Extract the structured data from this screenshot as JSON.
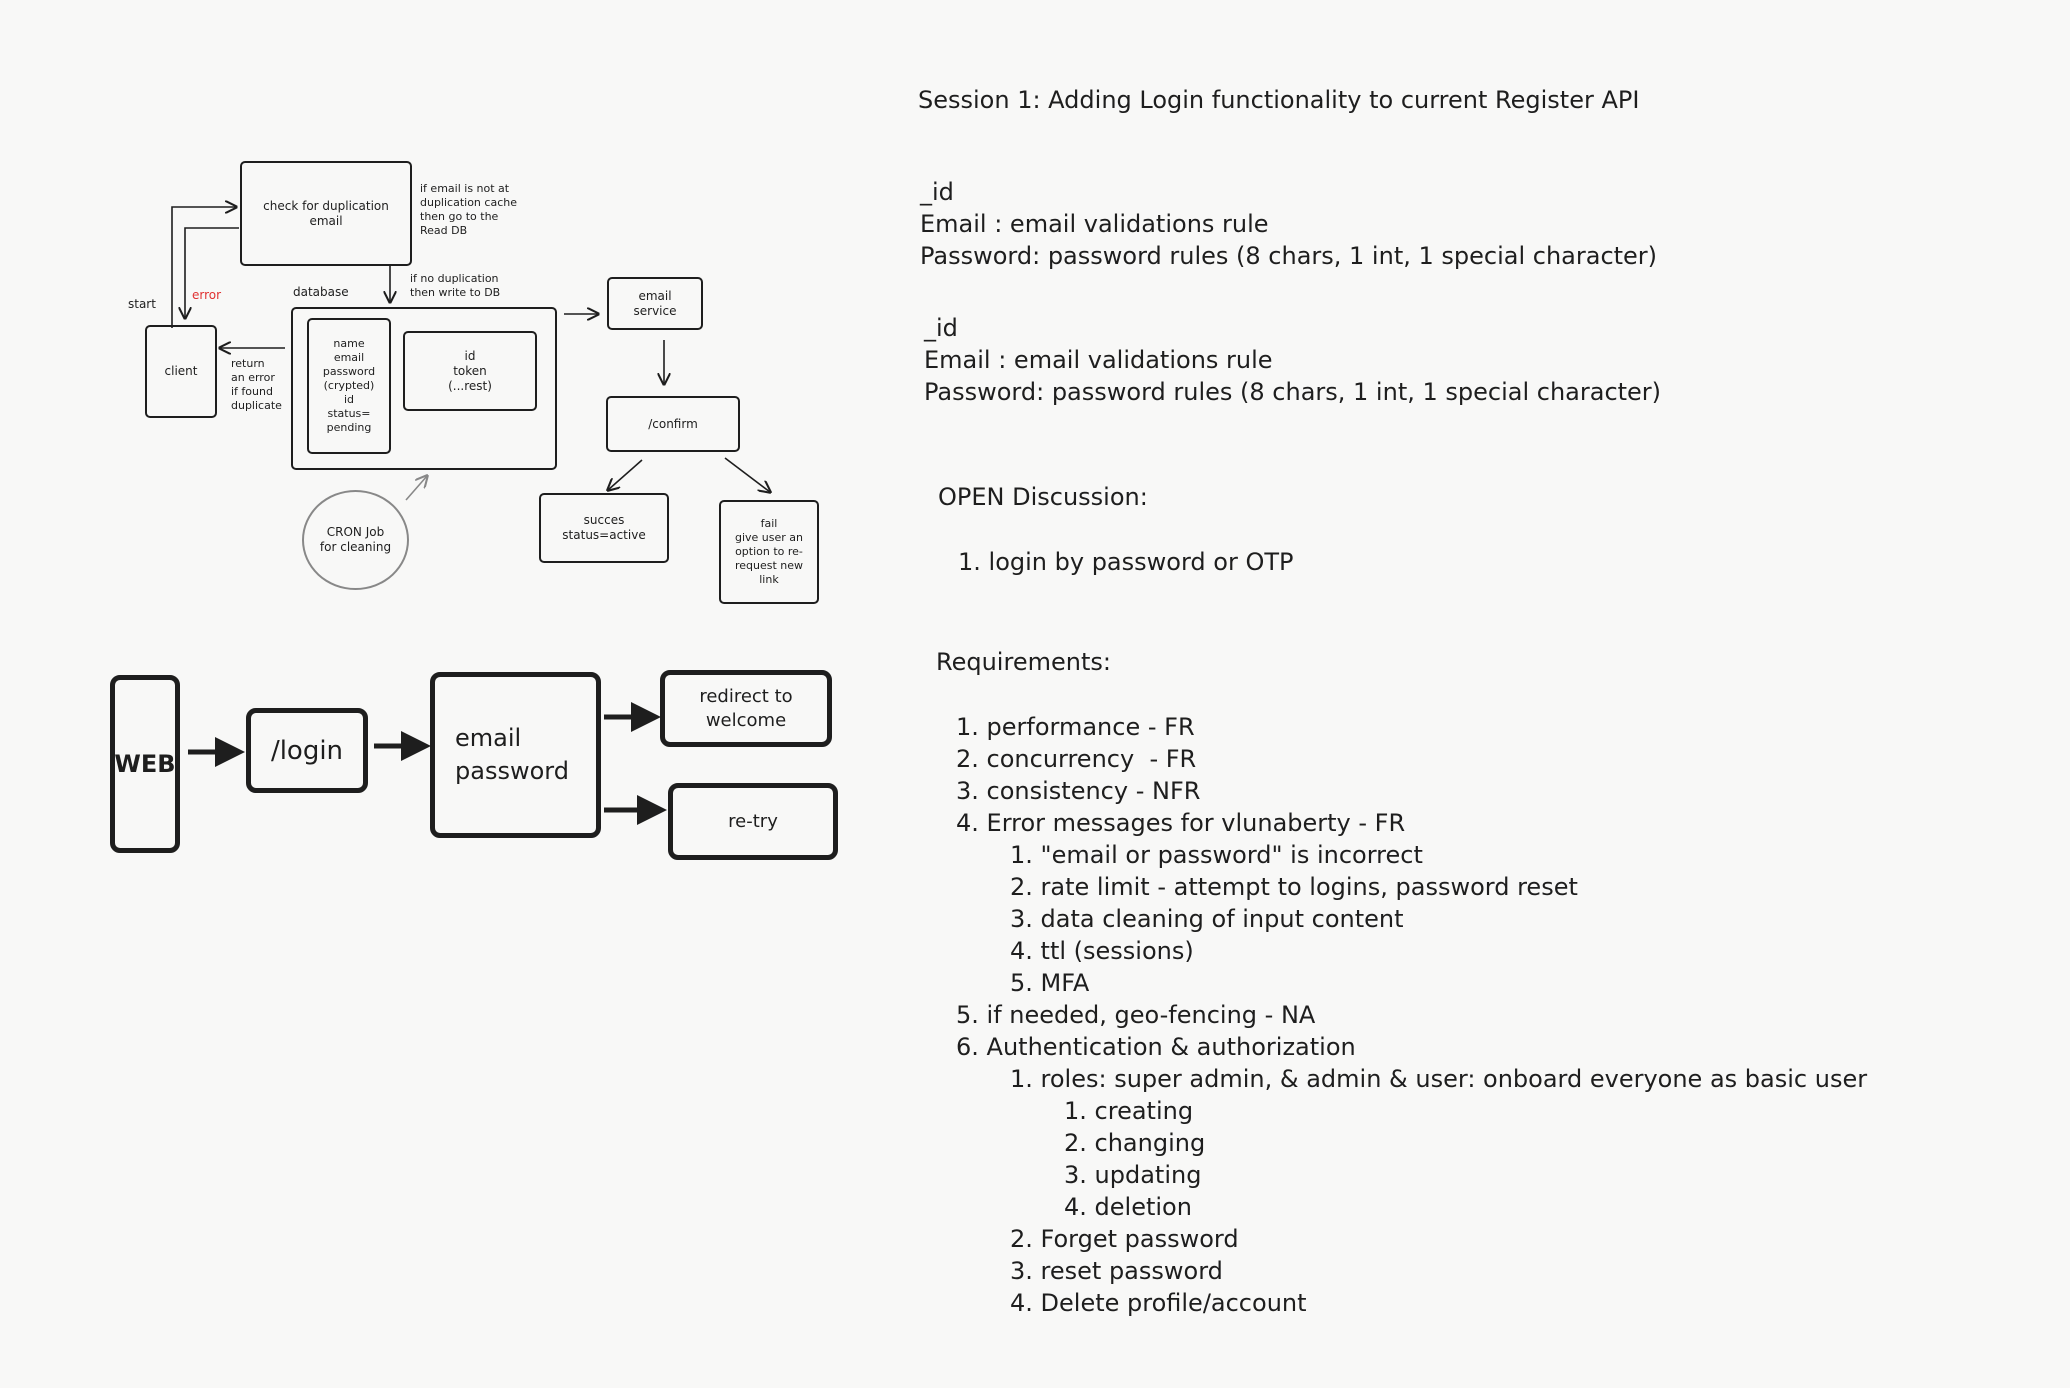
{
  "diagram1": {
    "check_box": "check for duplication\nemail",
    "note_cache": "if email is not at\nduplication cache\nthen go to the\nRead DB",
    "note_no_dup": "if no duplication\nthen write to DB",
    "start_label": "start",
    "error_label": "error",
    "database_label": "database",
    "client": "client",
    "return_note": "return\nan error\nif  found\nduplicate",
    "record_fields": "name\nemail\npassword\n(crypted)\nid\nstatus=\npending",
    "token_box": "id\ntoken\n(...rest)",
    "email_service": "email\nservice",
    "confirm": "/confirm",
    "success": "succes\nstatus=active",
    "fail": "fail\ngive user an\noption to re-\nrequest new\nlink",
    "cron": "CRON Job\nfor cleaning",
    "error_color": "#e03131"
  },
  "diagram2": {
    "web": "WEB",
    "login": "/login",
    "creds": "email\npassword",
    "redirect": "redirect to\nwelcome",
    "retry": "re-try"
  },
  "notes": {
    "title": "Session 1: Adding Login functionality to current Register API",
    "schema1": "_id\nEmail : email validations rule\nPassword: password rules (8 chars, 1 int, 1 special character)",
    "schema2": "_id\nEmail : email validations rule\nPassword: password rules (8 chars, 1 int, 1 special character)",
    "open_heading": "OPEN Discussion:",
    "open_item": "1. login by password or OTP",
    "req_heading": "Requirements:",
    "requirements": [
      {
        "indent": 0,
        "text": "1. performance - FR"
      },
      {
        "indent": 0,
        "text": "2. concurrency  - FR"
      },
      {
        "indent": 0,
        "text": "3. consistency - NFR"
      },
      {
        "indent": 0,
        "text": "4. Error messages for vlunaberty - FR"
      },
      {
        "indent": 1,
        "text": "1. \"email or password\" is incorrect"
      },
      {
        "indent": 1,
        "text": "2. rate limit - attempt to logins, password reset"
      },
      {
        "indent": 1,
        "text": "3. data cleaning of input content"
      },
      {
        "indent": 1,
        "text": "4. ttl (sessions)"
      },
      {
        "indent": 1,
        "text": "5. MFA"
      },
      {
        "indent": 0,
        "text": "5. if needed, geo-fencing - NA"
      },
      {
        "indent": 0,
        "text": "6. Authentication & authorization"
      },
      {
        "indent": 1,
        "text": "1. roles: super admin, & admin & user: onboard everyone as basic user"
      },
      {
        "indent": 2,
        "text": "1. creating"
      },
      {
        "indent": 2,
        "text": "2. changing"
      },
      {
        "indent": 2,
        "text": "3. updating"
      },
      {
        "indent": 2,
        "text": "4. deletion"
      },
      {
        "indent": 1,
        "text": "2. Forget password"
      },
      {
        "indent": 1,
        "text": "3. reset password"
      },
      {
        "indent": 1,
        "text": "4. Delete profile/account"
      }
    ]
  }
}
